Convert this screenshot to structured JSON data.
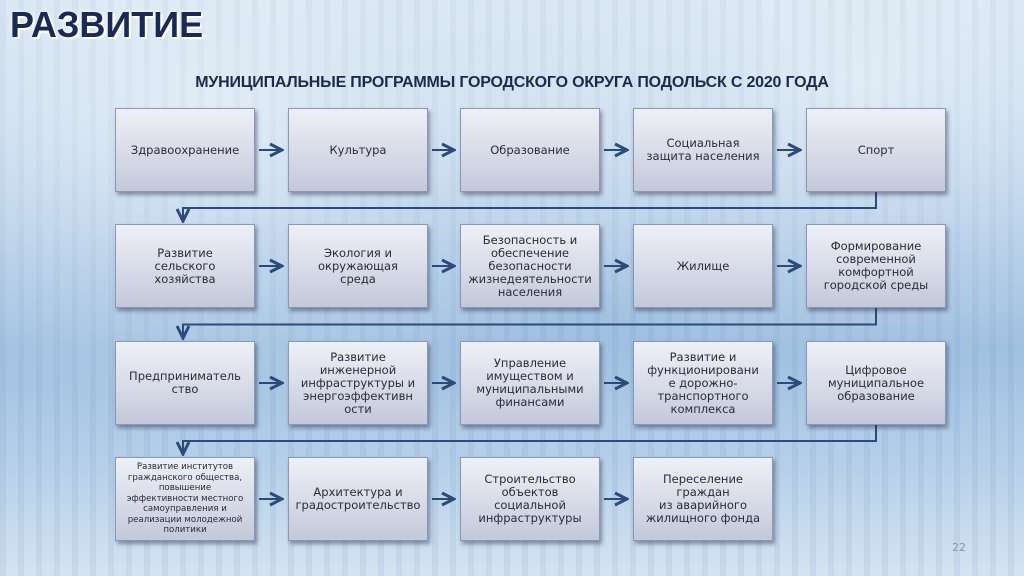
{
  "header": {
    "title": "РАЗВИТИЕ",
    "subtitle": "МУНИЦИПАЛЬНЫЕ ПРОГРАММЫ ГОРОДСКОГО ОКРУГА ПОДОЛЬСК С 2020 ГОДА"
  },
  "rows": [
    [
      "Здравоохранение",
      "Культура",
      "Образование",
      "Социальная\nзащита населения",
      "Спорт"
    ],
    [
      "Развитие\nсельского\nхозяйства",
      "Экология и\nокружающая\nсреда",
      "Безопасность и\nобеспечение\nбезопасности\nжизнедеятельности\nнаселения",
      "Жилище",
      "Формирование\nсовременной\nкомфортной\nгородской среды"
    ],
    [
      "Предприниматель\nство",
      "Развитие\nинженерной\nинфраструктуры и\nэнергоэффективн\nости",
      "Управление\nимуществом и\nмуниципальными\nфинансами",
      "Развитие и\nфункционировани\nе дорожно-\nтранспортного\nкомплекса",
      "Цифровое\nмуниципальное\nобразование"
    ],
    [
      "Развитие институтов\nгражданского общества,\nповышение\nэффективности местного\nсамоуправления и\nреализации молодежной\nполитики",
      "Архитектура и\nградостроительство",
      "Строительство\nобъектов социальной\nинфраструктуры",
      "Переселение граждан\nиз аварийного\nжилищного фонда"
    ]
  ],
  "page_number": "22",
  "colors": {
    "arrow": "#2c4a7a",
    "title": "#1a2a55"
  }
}
